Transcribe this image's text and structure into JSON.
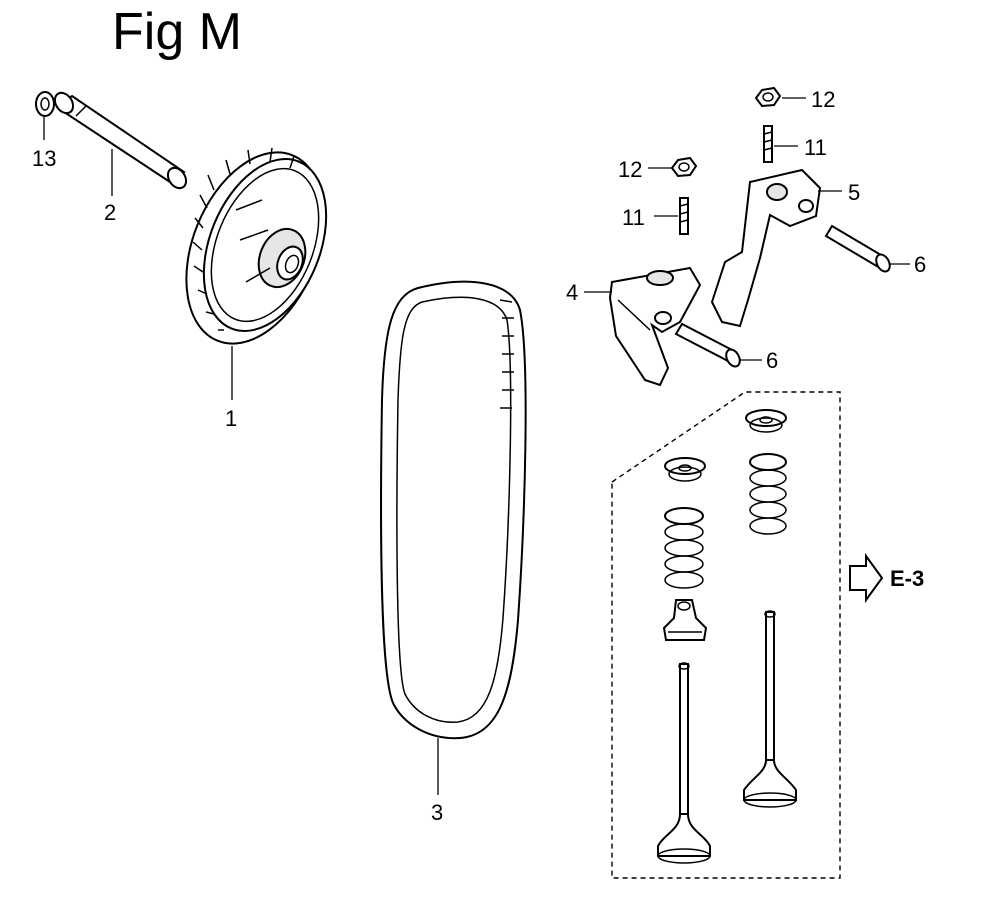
{
  "title": "Fig M",
  "parts": {
    "cam_pulley": "1",
    "shaft": "2",
    "timing_belt": "3",
    "rocker_arm_a": "4",
    "rocker_arm_b": "5",
    "pivot_bolt_lower": "6",
    "pivot_bolt_upper": "6",
    "adjusting_screw_left": "11",
    "adjusting_screw_right": "11",
    "nut_left": "12",
    "nut_right": "12",
    "washer": "13"
  },
  "reference": {
    "label": "E-3"
  }
}
